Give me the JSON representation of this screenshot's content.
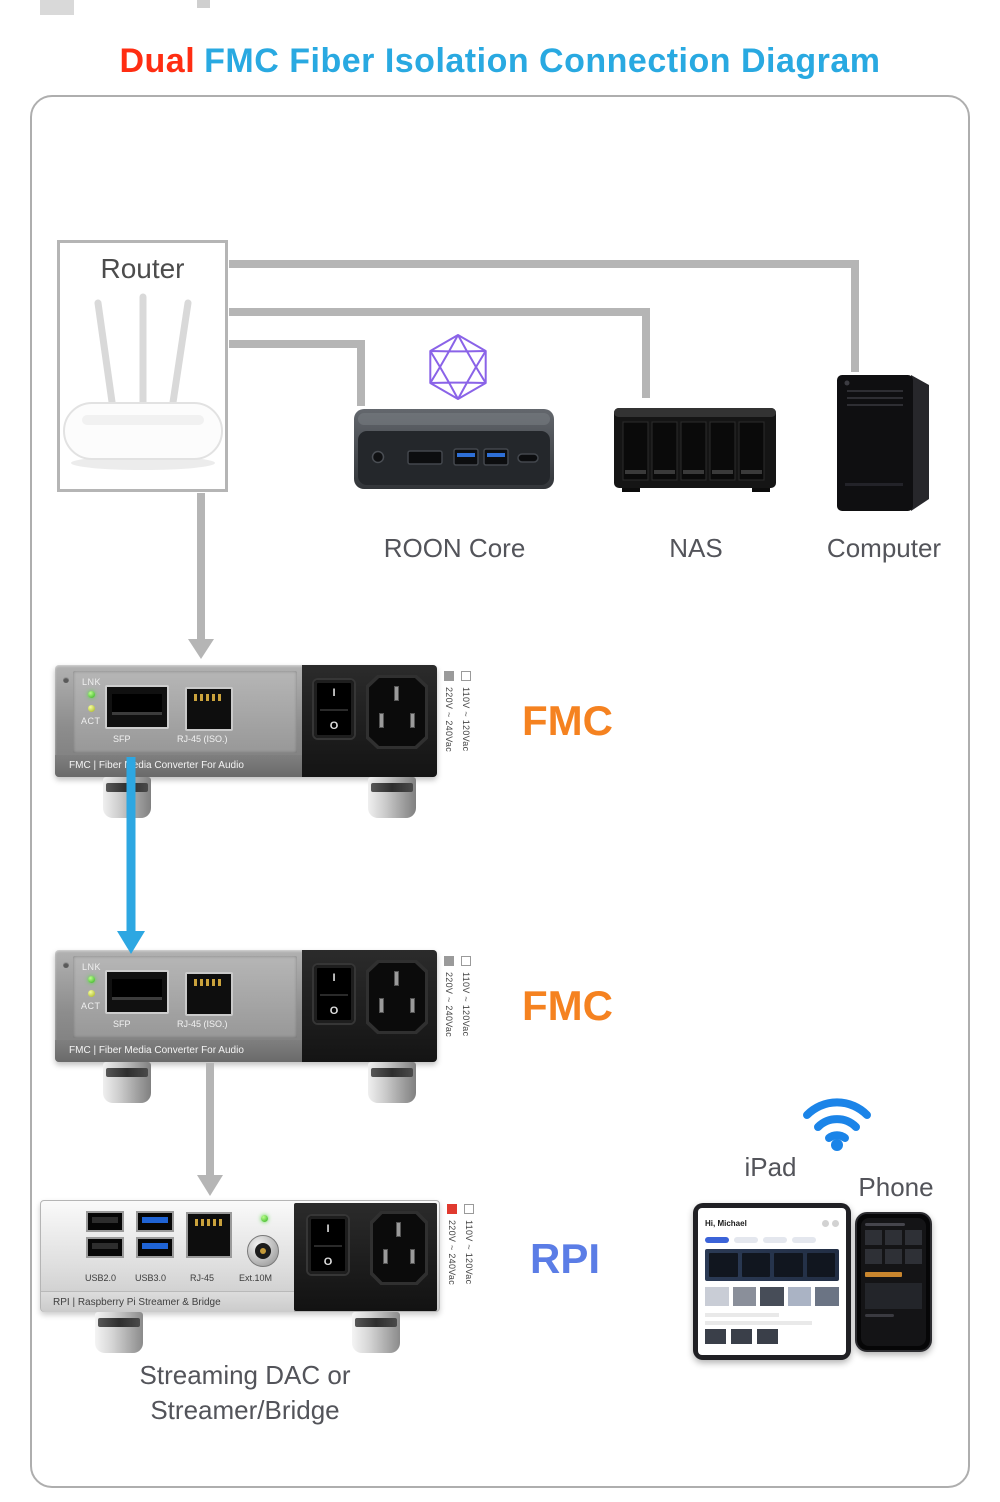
{
  "title": {
    "dual": "Dual",
    "rest": "FMC Fiber Isolation Connection Diagram"
  },
  "nodes": {
    "router": "Router",
    "roon_core": "ROON Core",
    "nas": "NAS",
    "computer": "Computer",
    "fmc": "FMC",
    "rpi": "RPI",
    "ipad": "iPad",
    "phone": "Phone",
    "dac_line1": "Streaming DAC or",
    "dac_line2": "Streamer/Bridge"
  },
  "fmc_panel": {
    "lnk": "LNK",
    "act": "ACT",
    "sfp_label": "SFP",
    "rj45_label": "RJ-45 (ISO.)",
    "strip": "FMC | Fiber Media Converter For Audio",
    "switch_on": "I",
    "switch_off": "O",
    "voltage_110": "110V ~ 120Vac",
    "voltage_220": "220V ~ 240Vac"
  },
  "rpi_panel": {
    "usb2_label": "USB2.0",
    "usb3_label": "USB3.0",
    "rj45_label": "RJ-45",
    "ext_label": "Ext.10M",
    "strip": "RPI | Raspberry Pi Streamer & Bridge",
    "switch_on": "I",
    "switch_off": "O",
    "voltage_110": "110V ~ 120Vac",
    "voltage_220": "220V ~ 240Vac"
  },
  "ipad_screen": {
    "greeting": "Hi, Michael"
  },
  "colors": {
    "title_dual": "#ff2d12",
    "title_rest": "#29a9e1",
    "fmc_label": "#f58220",
    "rpi_label": "#5b7de6",
    "wire_gray": "#b5b5b5",
    "arrow_blue": "#2da7e2",
    "wifi_blue": "#1b84e8"
  }
}
